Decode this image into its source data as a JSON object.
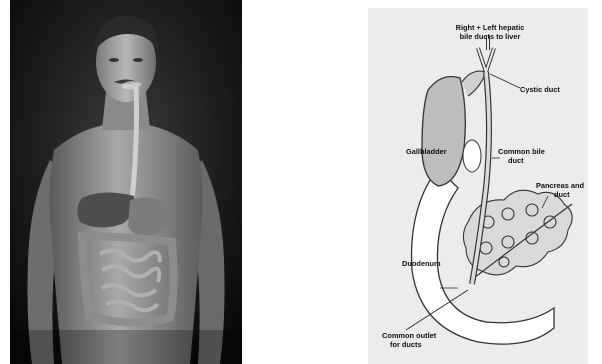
{
  "left_figure": {
    "subject": "human torso with digestive organs"
  },
  "right_figure": {
    "labels": {
      "hepatic_line1": "Right + Left hepatic",
      "hepatic_line2": "bile ducts to liver",
      "cystic_duct": "Cystic duct",
      "gallbladder": "Gallbladder",
      "common_bile_line1": "Common bile",
      "common_bile_line2": "duct",
      "pancreas_line1": "Pancreas and",
      "pancreas_line2": "duct",
      "duodenum": "Duodenum",
      "outlet_line1": "Common outlet",
      "outlet_line2": "for ducts"
    }
  }
}
